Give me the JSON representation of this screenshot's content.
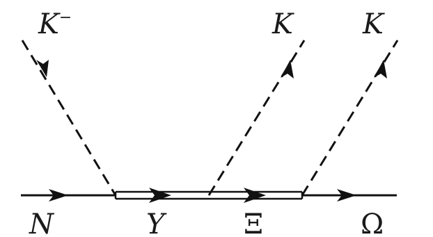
{
  "diagram": {
    "incoming": {
      "label": "K",
      "charge": "−"
    },
    "outgoing_1": {
      "label": "K"
    },
    "outgoing_2": {
      "label": "K"
    },
    "baryons": {
      "start": "N",
      "intermediate_1": "Y",
      "intermediate_2": "Ξ",
      "end": "Ω"
    }
  }
}
